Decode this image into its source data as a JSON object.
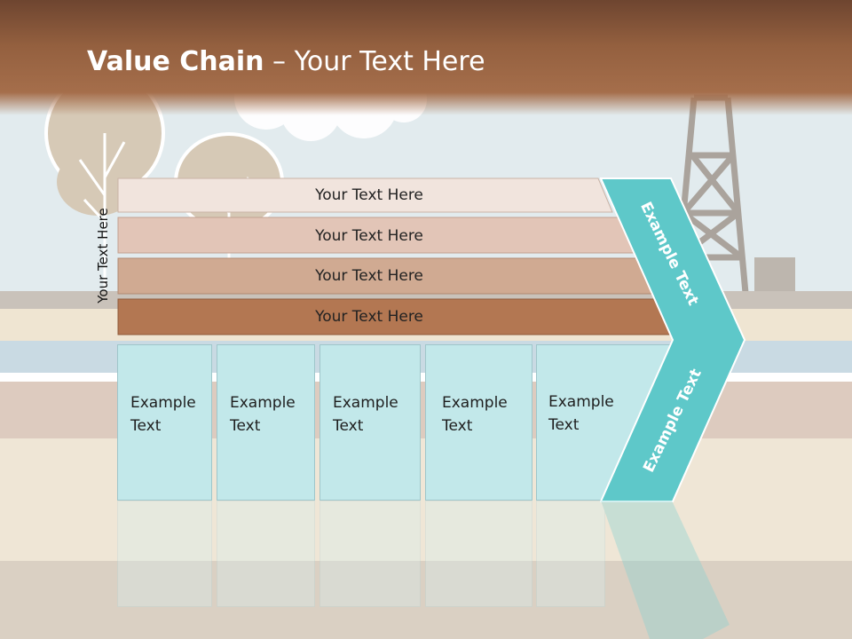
{
  "title": {
    "bold": "Value Chain",
    "rest": " – Your Text Here"
  },
  "side_label": "Your Text Here",
  "layers": [
    {
      "label": "Your Text Here",
      "color": "#f1e4dd"
    },
    {
      "label": "Your Text Here",
      "color": "#e2c5b7"
    },
    {
      "label": "Your Text Here",
      "color": "#d0aa92"
    },
    {
      "label": "Your Text Here",
      "color": "#b37752"
    }
  ],
  "columns": [
    {
      "line1": "Example",
      "line2": "Text"
    },
    {
      "line1": "Example",
      "line2": "Text"
    },
    {
      "line1": "Example",
      "line2": "Text"
    },
    {
      "line1": "Example",
      "line2": "Text"
    },
    {
      "line1": "Example",
      "line2": "Text"
    }
  ],
  "chevron": {
    "upper_label": "Example Text",
    "lower_label": "Example Text",
    "color": "#5ec8c9"
  },
  "colors": {
    "column_fill": "#c2e8ea",
    "header": "#94603f"
  }
}
